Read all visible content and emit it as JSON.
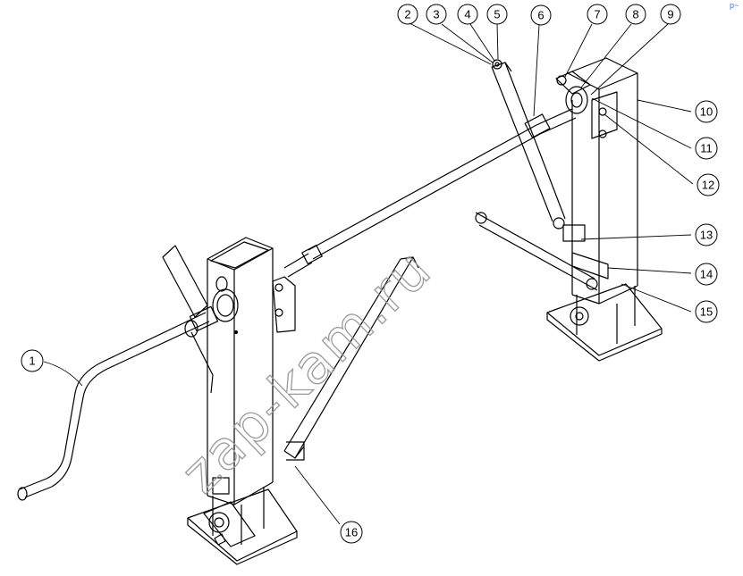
{
  "diagram": {
    "callouts": [
      {
        "label": "1"
      },
      {
        "label": "2"
      },
      {
        "label": "3"
      },
      {
        "label": "4"
      },
      {
        "label": "5"
      },
      {
        "label": "6"
      },
      {
        "label": "7"
      },
      {
        "label": "8"
      },
      {
        "label": "9"
      },
      {
        "label": "10"
      },
      {
        "label": "11"
      },
      {
        "label": "12"
      },
      {
        "label": "13"
      },
      {
        "label": "14"
      },
      {
        "label": "15"
      },
      {
        "label": "16"
      }
    ],
    "watermark": "zap-kam.ru",
    "corner_mark": "p~"
  },
  "colors": {
    "line": "#000000",
    "background": "#ffffff",
    "watermark": "#9a9a9a",
    "corner_mark": "#3b6fd8"
  }
}
